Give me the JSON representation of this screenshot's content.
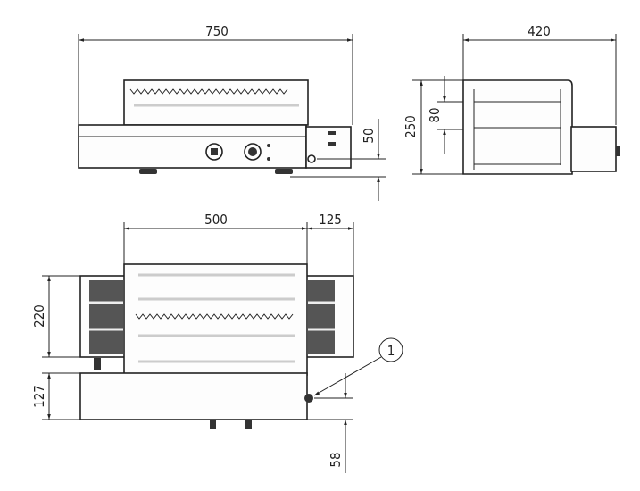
{
  "drawing": {
    "front_view": {
      "width_label": "750",
      "height_offset_label": "50"
    },
    "side_view": {
      "depth_label": "420",
      "height_label": "250",
      "slot_label": "80"
    },
    "top_view": {
      "width_label": "500",
      "side_label": "125",
      "slot_depth_label": "220",
      "base_depth_label": "127",
      "offset_label": "58"
    },
    "callout": {
      "number": "1"
    }
  }
}
